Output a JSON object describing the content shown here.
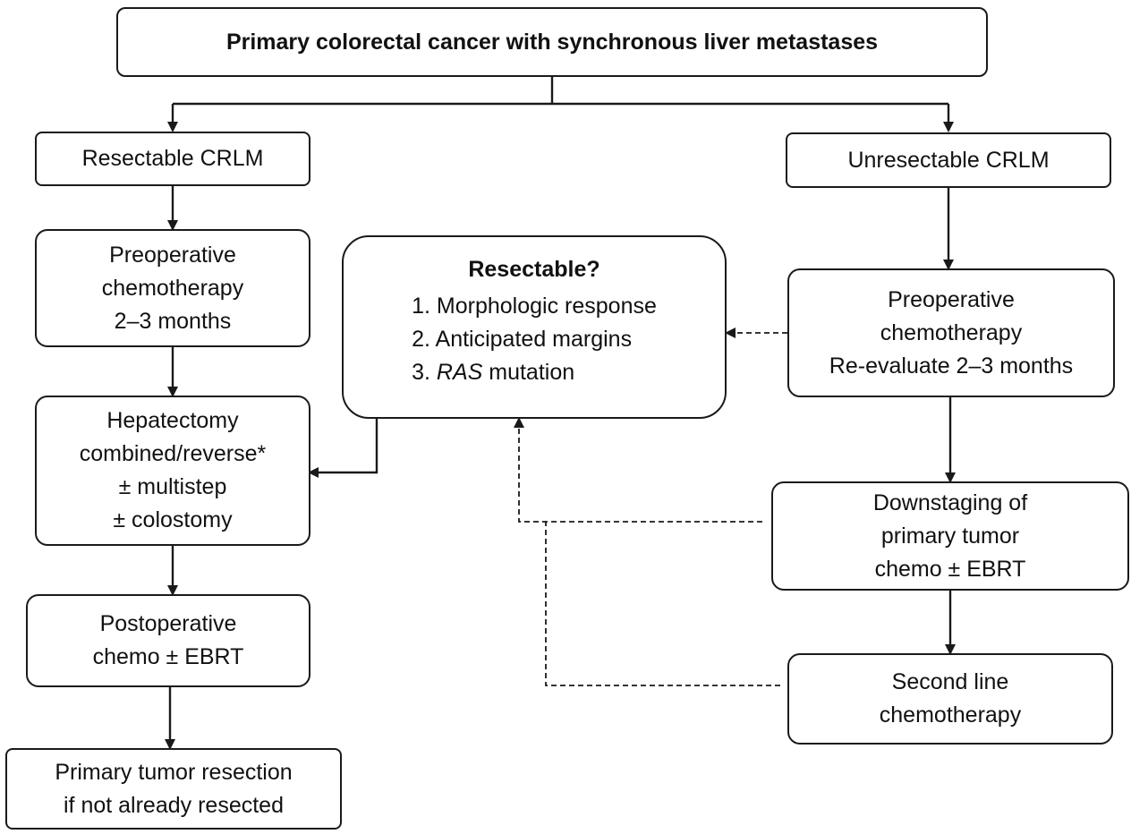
{
  "title": "Primary colorectal cancer with synchronous liver metastases",
  "left": {
    "resectable": "Resectable CRLM",
    "preop": [
      "Preoperative",
      "chemotherapy",
      "2–3 months"
    ],
    "hepatectomy": [
      "Hepatectomy",
      "combined/reverse*",
      "± multistep",
      "± colostomy"
    ],
    "postop": [
      "Postoperative",
      "chemo ± EBRT"
    ],
    "primary_resection": [
      "Primary tumor resection",
      "if not already resected"
    ]
  },
  "center": {
    "heading": "Resectable?",
    "item1": "1. Morphologic response",
    "item2": "2. Anticipated margins",
    "item3_prefix": "3. ",
    "item3_italic": "RAS",
    "item3_suffix": " mutation"
  },
  "right": {
    "unresectable": "Unresectable CRLM",
    "preop": [
      "Preoperative",
      "chemotherapy",
      "Re-evaluate 2–3 months"
    ],
    "downstaging": [
      "Downstaging of",
      "primary tumor",
      "chemo ± EBRT"
    ],
    "second_line": [
      "Second line",
      "chemotherapy"
    ]
  }
}
